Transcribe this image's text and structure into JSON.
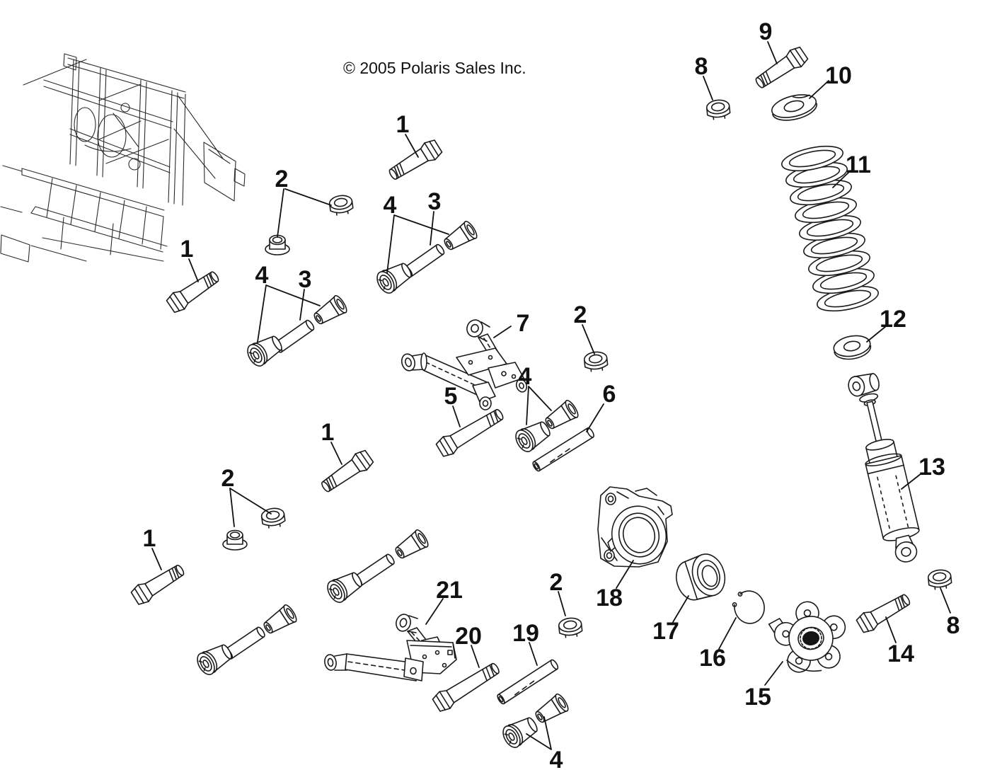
{
  "diagram": {
    "copyright": "© 2005 Polaris Sales Inc.",
    "colors": {
      "ink": "#1a1a1a",
      "paper": "#ffffff"
    }
  },
  "callouts": [
    {
      "label": "1"
    },
    {
      "label": "2"
    },
    {
      "label": "4"
    },
    {
      "label": "3"
    },
    {
      "label": "1"
    },
    {
      "label": "4"
    },
    {
      "label": "3"
    },
    {
      "label": "7"
    },
    {
      "label": "2"
    },
    {
      "label": "5"
    },
    {
      "label": "4"
    },
    {
      "label": "6"
    },
    {
      "label": "1"
    },
    {
      "label": "2"
    },
    {
      "label": "1"
    },
    {
      "label": "9"
    },
    {
      "label": "8"
    },
    {
      "label": "10"
    },
    {
      "label": "11"
    },
    {
      "label": "12"
    },
    {
      "label": "13"
    },
    {
      "label": "8"
    },
    {
      "label": "14"
    },
    {
      "label": "15"
    },
    {
      "label": "16"
    },
    {
      "label": "17"
    },
    {
      "label": "18"
    },
    {
      "label": "21"
    },
    {
      "label": "20"
    },
    {
      "label": "19"
    },
    {
      "label": "2"
    },
    {
      "label": "4"
    }
  ]
}
